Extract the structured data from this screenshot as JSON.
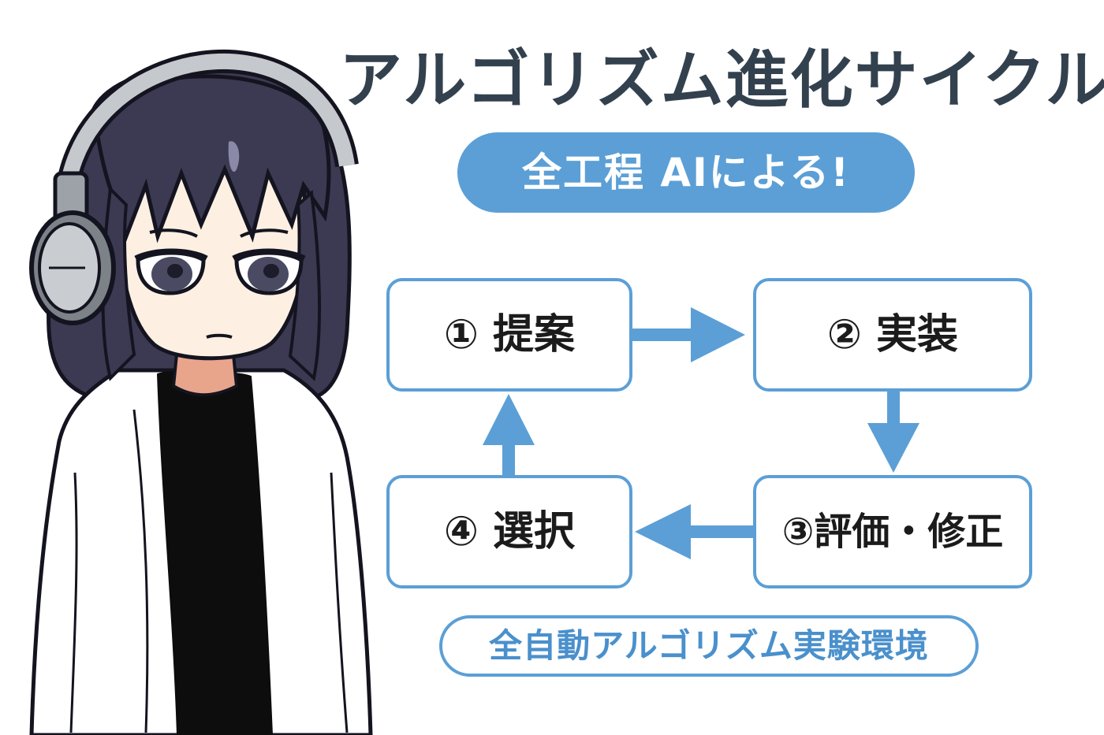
{
  "title": "アルゴリズム進化サイクル",
  "badge": "全工程 AIによる!",
  "steps": [
    {
      "label": "① 提案"
    },
    {
      "label": "② 実装"
    },
    {
      "label": "③評価・修正"
    },
    {
      "label": "④ 選択"
    }
  ],
  "footer": "全自動アルゴリズム実験環境",
  "colors": {
    "accent": "#5b9fd6",
    "title": "#33414e",
    "footer_text": "#4a90cc",
    "step_text": "#1b1b1b",
    "hair": "#3b3a52"
  },
  "illustration": {
    "subject": "headphone-girl-lab-coat",
    "expression": "tired"
  }
}
